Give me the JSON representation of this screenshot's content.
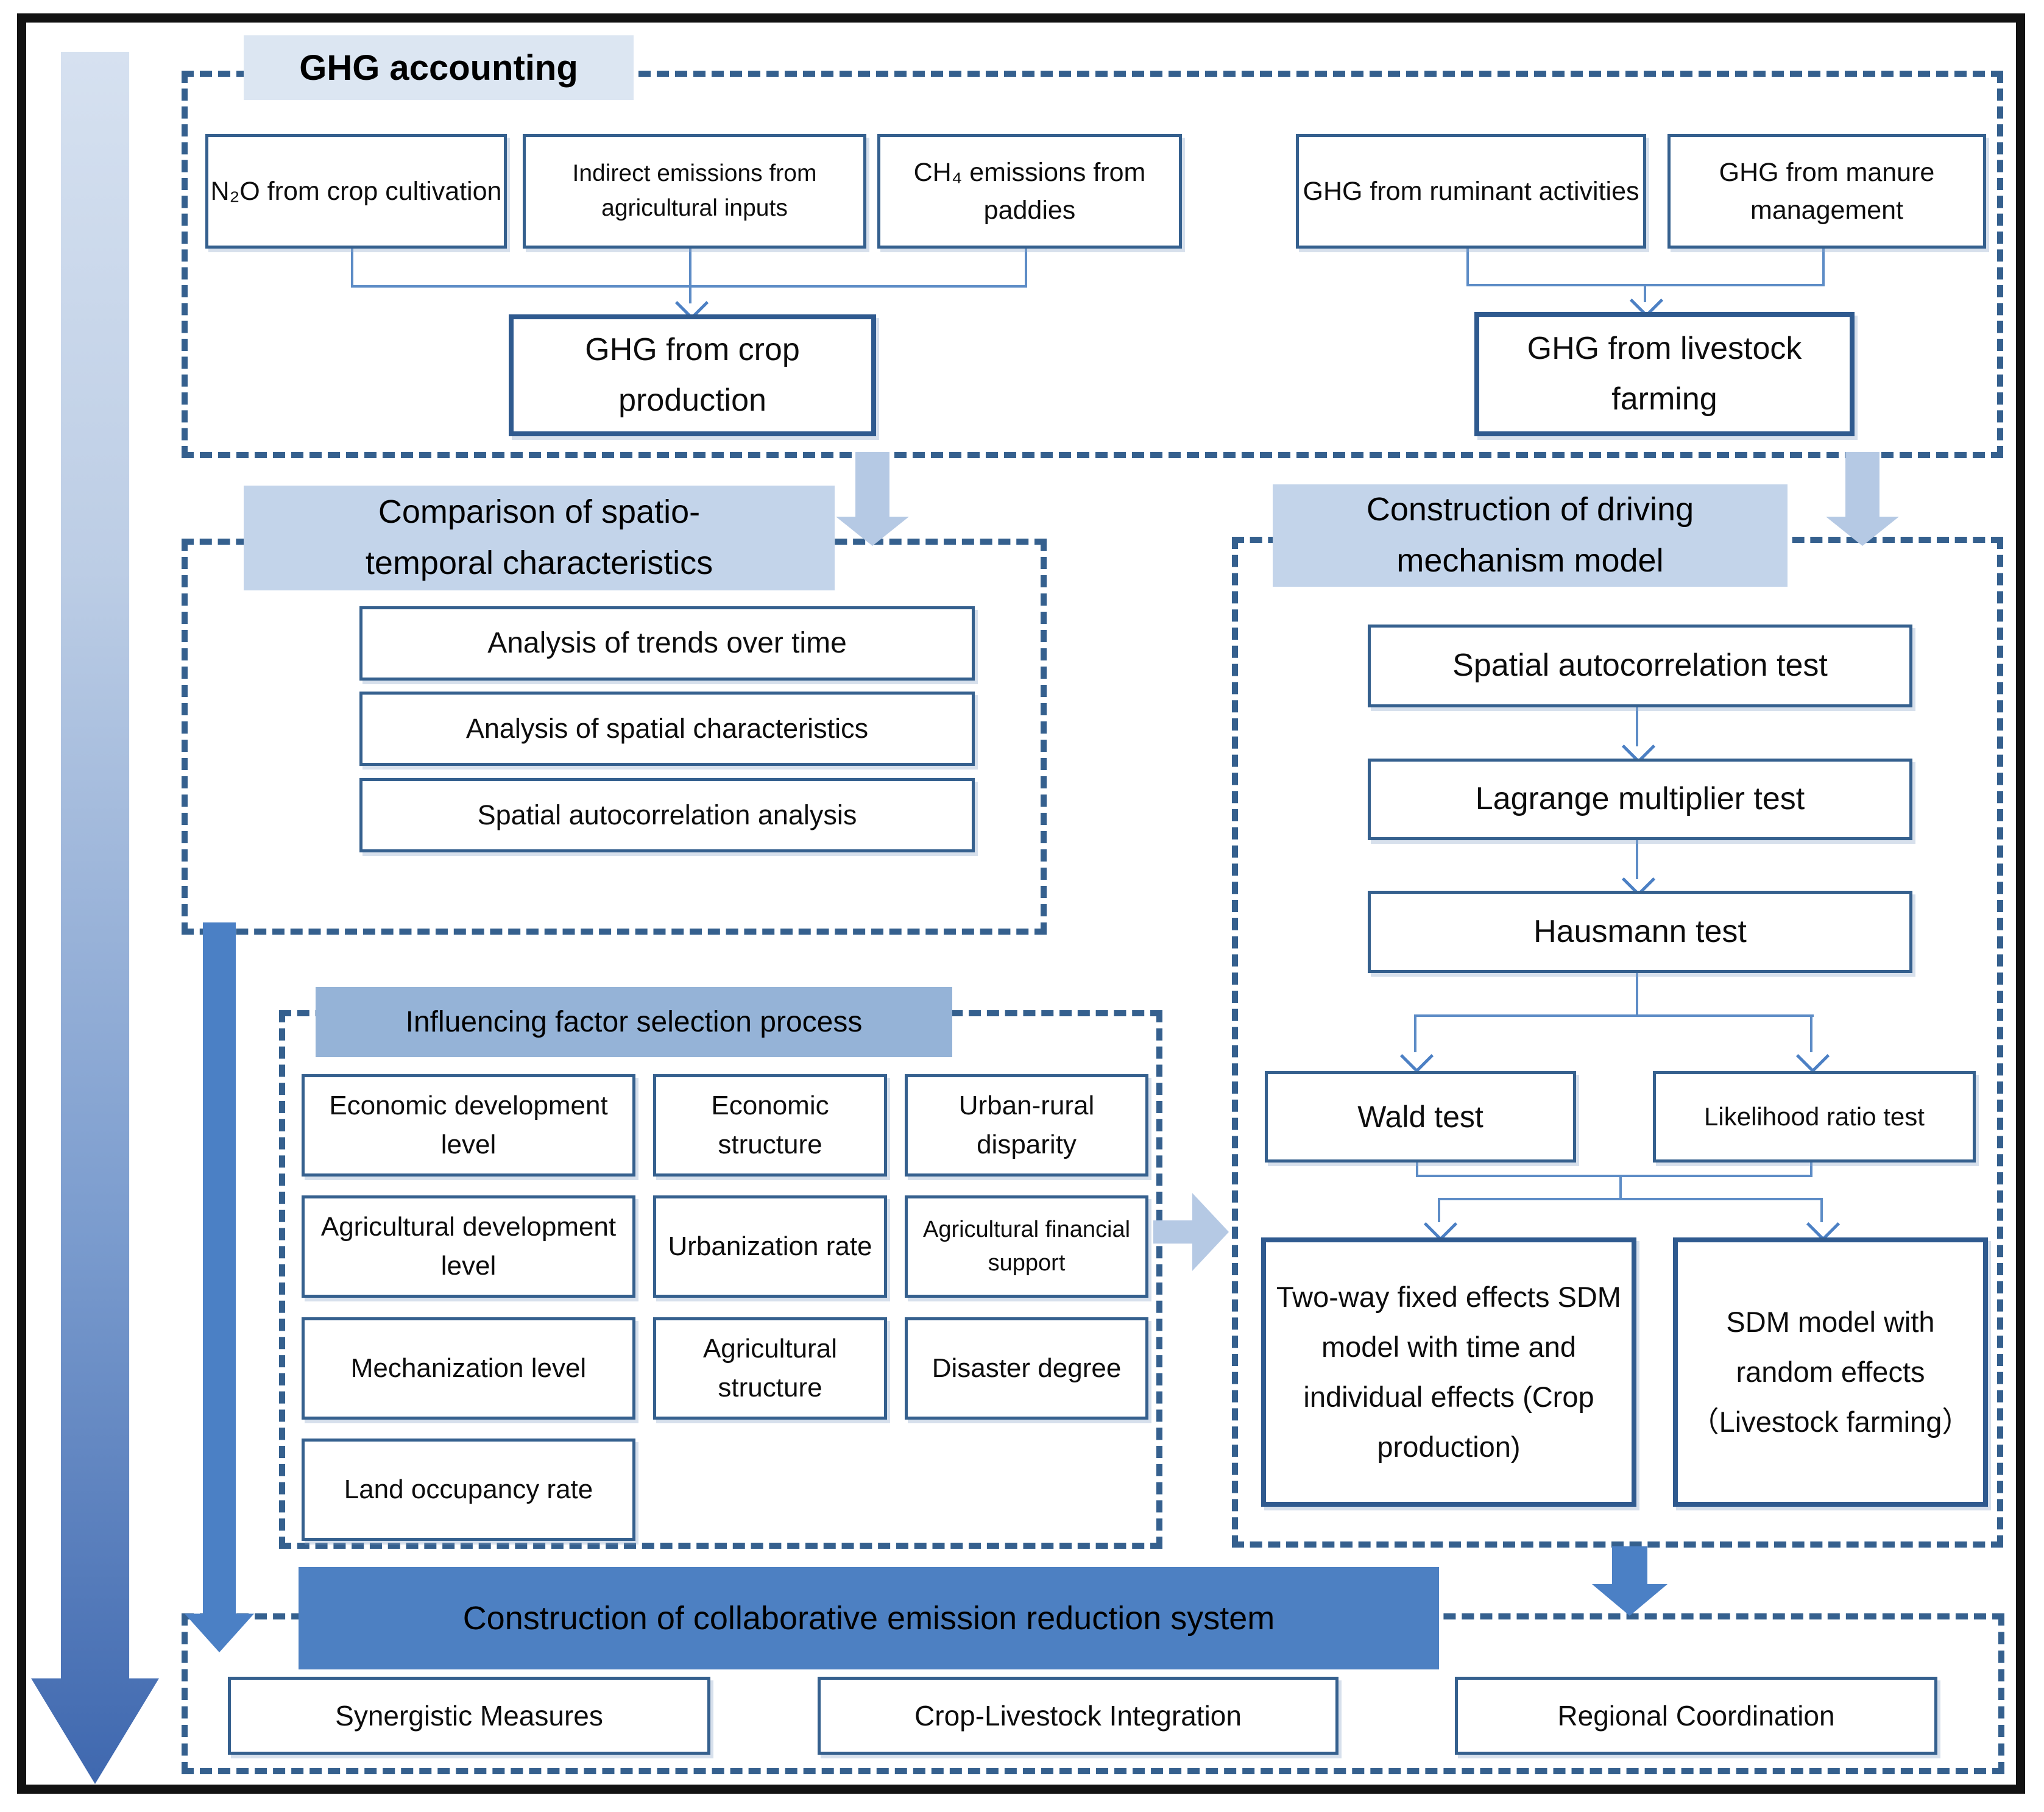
{
  "ghg": {
    "title": "GHG accounting",
    "crop_sources": [
      "N₂O from crop cultivation",
      "Indirect emissions from agricultural inputs",
      "CH₄ emissions from paddies"
    ],
    "crop_total": "GHG from crop production",
    "livestock_sources": [
      "GHG from ruminant activities",
      "GHG from manure management"
    ],
    "livestock_total": "GHG from livestock farming"
  },
  "comparison": {
    "title1": "Comparison of spatio-",
    "title2": "temporal characteristics",
    "items": [
      "Analysis of trends over time",
      "Analysis of spatial characteristics",
      "Spatial autocorrelation analysis"
    ]
  },
  "driving": {
    "title1": "Construction of driving",
    "title2": "mechanism model",
    "steps": [
      "Spatial autocorrelation test",
      "Lagrange multiplier test",
      "Hausmann test"
    ],
    "branch_tests": [
      "Wald test",
      "Likelihood ratio test"
    ],
    "models": [
      "Two-way fixed effects SDM model with time and individual effects (Crop production)",
      "SDM model with random effects （Livestock farming）"
    ]
  },
  "influencing": {
    "title": "Influencing factor selection process",
    "factors": [
      "Economic development level",
      "Economic structure",
      "Urban-rural disparity",
      "Agricultural development level",
      "Urbanization rate",
      "Agricultural financial support",
      "Mechanization level",
      "Agricultural structure",
      "Disaster degree",
      "Land occupancy rate"
    ]
  },
  "collaborative": {
    "title": "Construction of collaborative emission reduction system",
    "items": [
      "Synergistic Measures",
      "Crop-Livestock Integration",
      "Regional Coordination"
    ]
  },
  "colors": {
    "dashed_border": "#35608e",
    "box_border": "#2f5a8f",
    "title_bg_light": "#dce6f2",
    "title_bg_section": "#c3d4ea",
    "title_bg_medium": "#95b3d7",
    "title_bg_bottom": "#4d80c2",
    "block_arrow_light": "#b5c9e4",
    "block_arrow_solid": "#4b80c5",
    "connector": "#5d8cc6",
    "big_arrow_top": "#d3dfef",
    "big_arrow_bottom": "#3f68af"
  }
}
